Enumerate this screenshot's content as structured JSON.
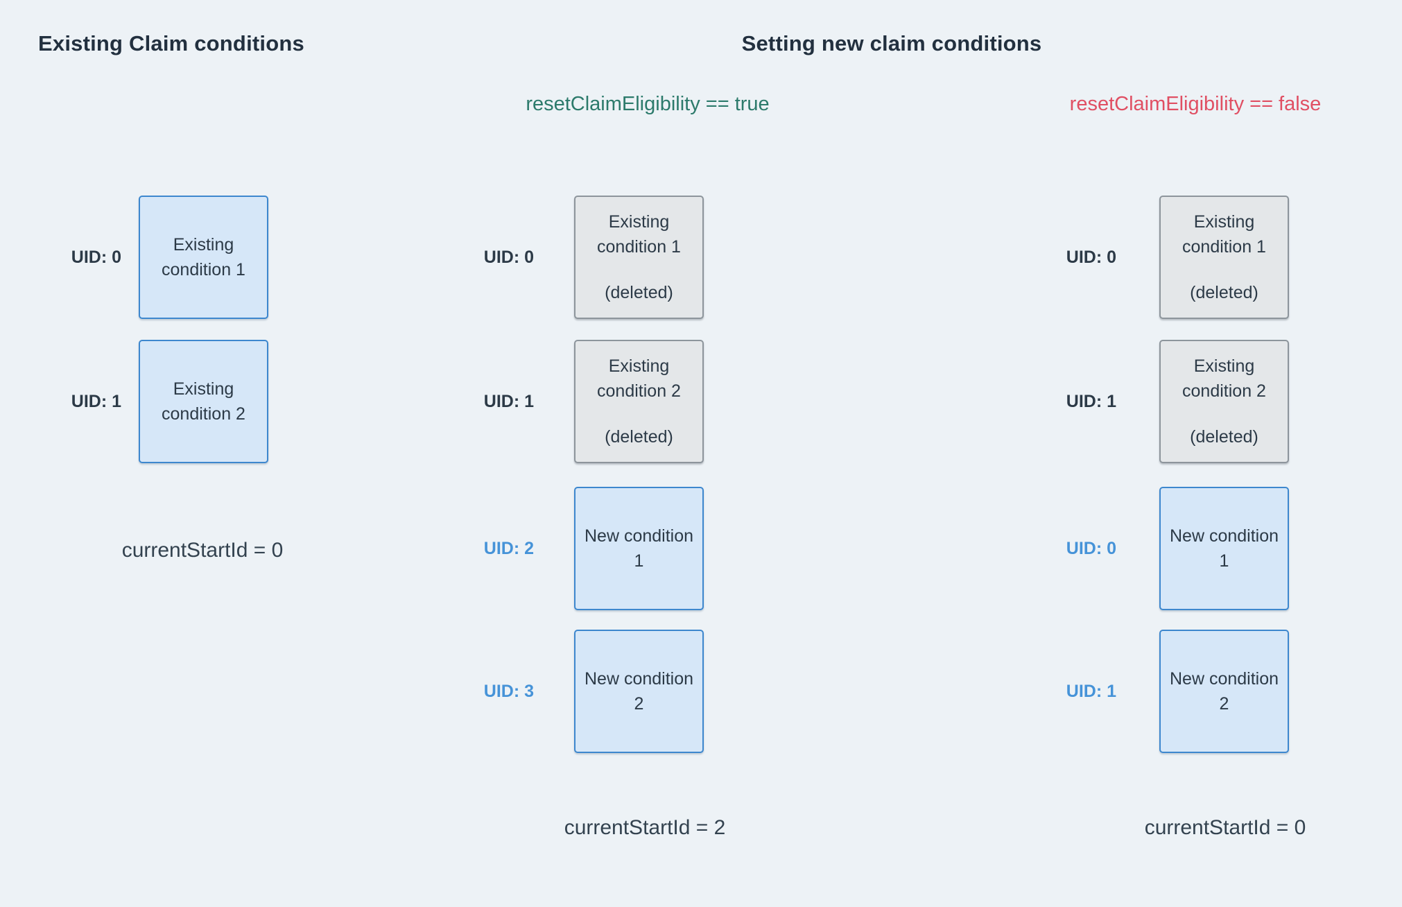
{
  "colors": {
    "background": "#EDF2F6",
    "heading_text": "#22303F",
    "body_text": "#2C3A47",
    "uid_blue": "#4693D8",
    "flag_true_green": "#2C7A6B",
    "flag_false_red": "#E04F63",
    "blue_box_fill": "#D6E7F8",
    "blue_box_border": "#3D87CE",
    "gray_box_fill": "#E4E7E9",
    "gray_box_border": "#8D959C"
  },
  "left_panel": {
    "title": "Existing Claim conditions",
    "rows": [
      {
        "uid": "UID: 0",
        "line1": "Existing",
        "line2": "condition 1"
      },
      {
        "uid": "UID: 1",
        "line1": "Existing",
        "line2": "condition 2"
      }
    ],
    "footer": "currentStartId = 0"
  },
  "right_panel": {
    "title": "Setting new claim conditions",
    "columns": [
      {
        "flag_label": "resetClaimEligibility == true",
        "rows": [
          {
            "uid": "UID: 0",
            "line1": "Existing",
            "line2": "condition 1",
            "note": "(deleted)"
          },
          {
            "uid": "UID: 1",
            "line1": "Existing",
            "line2": "condition 2",
            "note": "(deleted)"
          },
          {
            "uid": "UID: 2",
            "line1": "New condition",
            "line2": "1"
          },
          {
            "uid": "UID: 3",
            "line1": "New condition",
            "line2": "2"
          }
        ],
        "footer": "currentStartId = 2"
      },
      {
        "flag_label": "resetClaimEligibility == false",
        "rows": [
          {
            "uid": "UID: 0",
            "line1": "Existing",
            "line2": "condition 1",
            "note": "(deleted)"
          },
          {
            "uid": "UID: 1",
            "line1": "Existing",
            "line2": "condition 2",
            "note": "(deleted)"
          },
          {
            "uid": "UID: 0",
            "line1": "New condition",
            "line2": "1"
          },
          {
            "uid": "UID: 1",
            "line1": "New condition",
            "line2": "2"
          }
        ],
        "footer": "currentStartId = 0"
      }
    ]
  }
}
